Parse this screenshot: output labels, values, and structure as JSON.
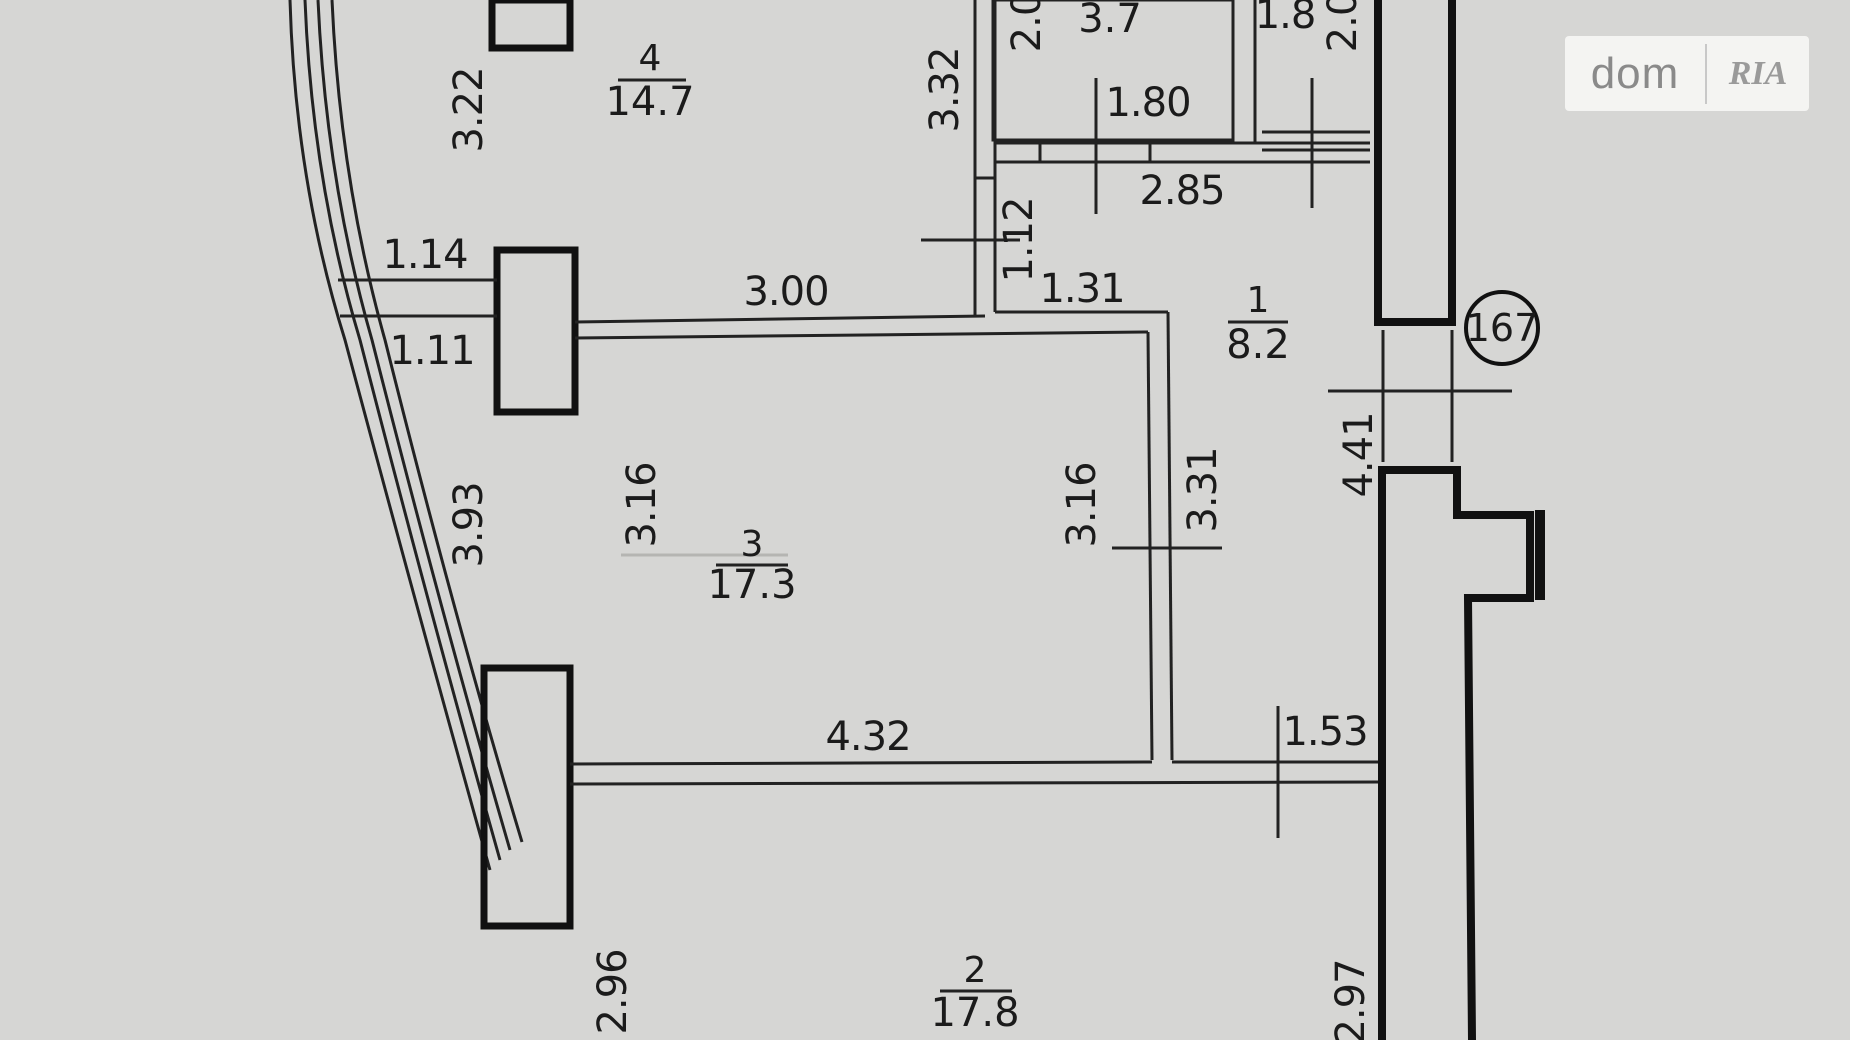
{
  "watermark": {
    "left": "dom",
    "right": "RIA"
  },
  "axis_marker": "167",
  "rooms": [
    {
      "number": "1",
      "area": "8.2"
    },
    {
      "number": "2",
      "area": "17.8"
    },
    {
      "number": "3",
      "area": "17.3"
    },
    {
      "number": "4",
      "area": "14.7"
    }
  ],
  "top_fragment_area": "3.7",
  "dimensions": {
    "d_2_0_left": "2.0",
    "d_1_8_top": "1.8",
    "d_2_0_right": "2.0",
    "d_3_22": "3.22",
    "d_3_32": "3.32",
    "d_1_80": "1.80",
    "d_2_85": "2.85",
    "d_1_14": "1.14",
    "d_1_12": "1.12",
    "d_1_31": "1.31",
    "d_3_00": "3.00",
    "d_1_11": "1.11",
    "d_4_41": "4.41",
    "d_3_93": "3.93",
    "d_3_16_left": "3.16",
    "d_3_16_right": "3.16",
    "d_3_31": "3.31",
    "d_4_32": "4.32",
    "d_1_53": "1.53",
    "d_2_96": "2.96",
    "d_2_97": "2.97"
  }
}
